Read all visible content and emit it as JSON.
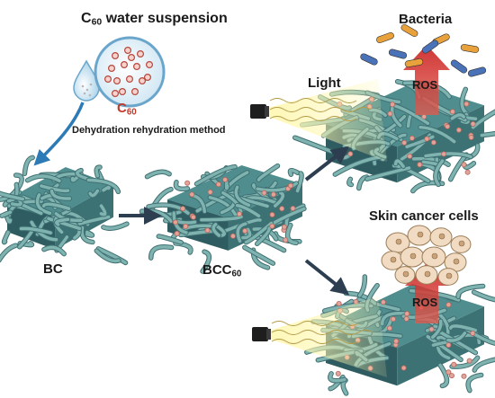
{
  "diagram": {
    "title_prefix": "C",
    "title_sub": "60",
    "title_suffix": " water suspension",
    "c60_main": "C",
    "c60_sub": "60",
    "method": "Dehydration rehydration method",
    "bc": "BC",
    "bcc_main": "BCC",
    "bcc_sub": "60",
    "light": "Light",
    "bacteria": "Bacteria",
    "ros_top": "ROS",
    "skin_cancer": "Skin cancer cells",
    "ros_bottom": "ROS"
  },
  "colors": {
    "fiber": "#7fb3b0",
    "fiber_dark": "#3f6f72",
    "particle": "#e2a49a",
    "arrow": "#2c3e50",
    "blue_arrow": "#2c7bb6",
    "ros": "#d0302b",
    "light_beam": "#fff3a8",
    "bacteria_orange": "#e9a23b",
    "bacteria_blue": "#4a72b8",
    "cell": "#f1dcc3"
  },
  "icons": [
    "water-drop-icon",
    "lamp-icon",
    "bacteria-icon",
    "cancer-cells-icon",
    "ros-arrow-icon"
  ]
}
